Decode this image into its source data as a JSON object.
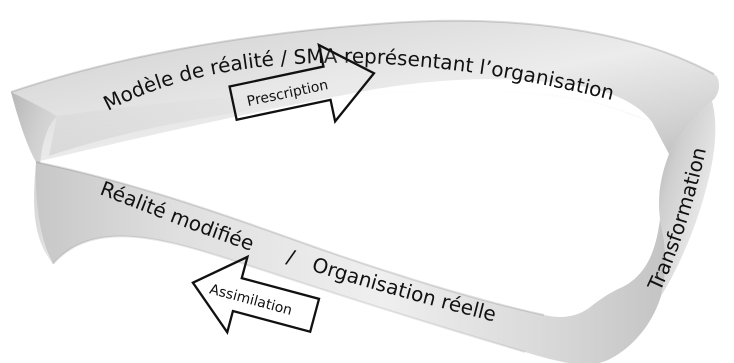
{
  "diagram": {
    "top_band_text": "Modèle de réalité / SMA représentant l’organisation",
    "bottom_band_left_text": "Réalité modifiée",
    "bottom_band_separator": "/",
    "bottom_band_right_text": "Organisation réelle",
    "right_side_text": "Transformation",
    "prescription_label": "Prescription",
    "assimilation_label": "Assimilation"
  }
}
